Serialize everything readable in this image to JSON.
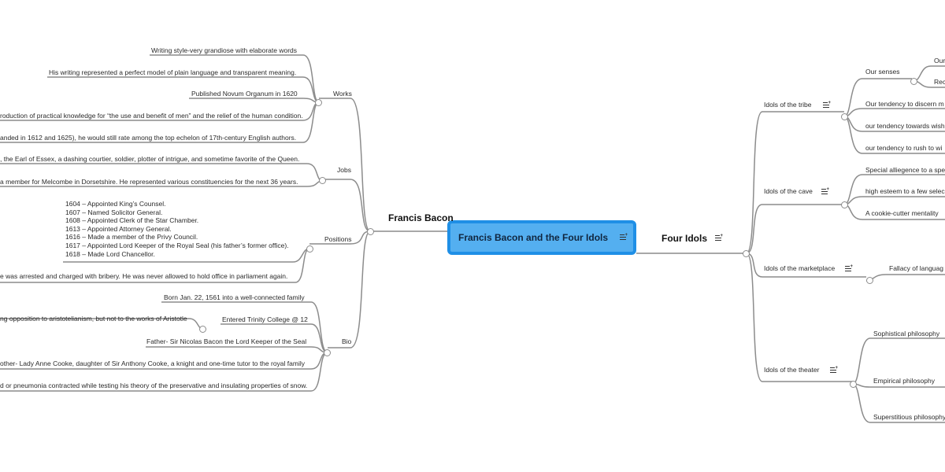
{
  "root": {
    "title": "Francis Bacon and the Four Idols"
  },
  "left": {
    "title": "Francis Bacon",
    "works": {
      "label": "Works",
      "items": [
        "Writing style-very grandiose with elaborate words",
        "His writing represented a perfect model of plain language and transparent meaning.",
        "Published Novum Organum in 1620",
        "roduction of practical knowledge for “the use and benefit of men” and the relief of the human condition.",
        "anded in 1612 and 1625), he would still rate among the top echelon of 17th-century English authors."
      ]
    },
    "jobs": {
      "label": "Jobs",
      "items": [
        ", the Earl of Essex, a dashing courtier, soldier, plotter of intrigue, and sometime favorite of the Queen.",
        "a member for Melcombe in Dorsetshire. He represented various constituencies for the next 36 years."
      ]
    },
    "positions": {
      "label": "Positions",
      "list": [
        "1604 – Appointed King’s Counsel.",
        "1607 – Named Solicitor General.",
        "1608 – Appointed Clerk of the Star Chamber.",
        "1613 – Appointed Attorney General.",
        "1616 – Made a member of the Privy Council.",
        "1617 – Appointed Lord Keeper of the Royal Seal (his father’s former office).",
        "1618 – Made Lord Chancellor."
      ],
      "extra": "e was arrested and charged with bribery. He was never allowed to hold office in parliament again."
    },
    "bio": {
      "label": "Bio",
      "items": [
        "Born  Jan. 22, 1561 into a well-connected family",
        "Entered Trinity College @ 12",
        "Father- Sir Nicolas Bacon the Lord Keeper of the Seal",
        "other- Lady Anne Cooke, daughter of Sir Anthony Cooke, a knight and one-time tutor to the royal family",
        "d or pneumonia contracted while testing his theory of the preservative and insulating properties of snow."
      ],
      "sub": "ng opposition to aristotelianism, but not to the works of Aristotle"
    }
  },
  "right": {
    "title": "Four Idols",
    "tribe": {
      "label": "Idols of the tribe",
      "senses": {
        "label": "Our senses",
        "items": [
          "Our",
          "Rec"
        ]
      },
      "items": [
        "Our tendency to discern m",
        "our tendency towards wish",
        "our tendency to rush to wi"
      ]
    },
    "cave": {
      "label": "Idols of the cave",
      "items": [
        "Special alliegence to a spe",
        "high esteem to a few selec",
        "A cookie-cutter mentality"
      ]
    },
    "marketplace": {
      "label": "Idols of the marketplace",
      "items": [
        "Fallacy of languag"
      ]
    },
    "theater": {
      "label": "Idols of the theater",
      "items": [
        "Sophistical philosophy",
        "Empirical philosophy",
        "Superstitious philosophy"
      ]
    }
  }
}
